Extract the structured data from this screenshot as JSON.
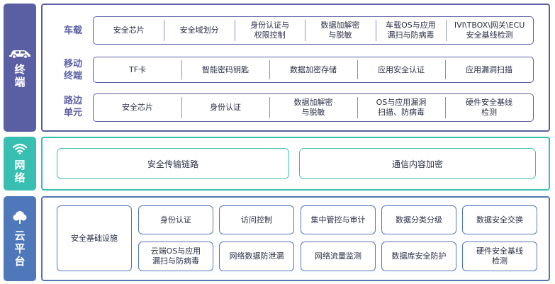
{
  "sections": {
    "terminal": {
      "label": "终端",
      "rows": [
        {
          "label": "车载",
          "items": [
            "安全芯片",
            "安全域划分",
            "身份认证与\n权限控制",
            "数据加解密\n与脱敏",
            "车载OS与应用\n漏扫与防病毒",
            "IVI\\TBOX\\网关\\ECU\n安全基线检测"
          ]
        },
        {
          "label": "移动\n终端",
          "items": [
            "TF卡",
            "智能密码钥匙",
            "数据加密存储",
            "应用安全认证",
            "应用漏洞扫描"
          ]
        },
        {
          "label": "路边\n单元",
          "items": [
            "安全芯片",
            "身份认证",
            "数据加解密\n与脱敏",
            "OS与应用漏洞\n扫描、防病毒",
            "硬件安全基线\n检测"
          ]
        }
      ]
    },
    "network": {
      "label": "网络",
      "items": [
        "安全传输链路",
        "通信内容加密"
      ]
    },
    "cloud": {
      "label": "云平台",
      "base": "安全基础设施",
      "row1": [
        "身份认证",
        "访问控制",
        "集中管控与审计",
        "数据分类分级",
        "数据安全交换"
      ],
      "row2": [
        "云端OS与应用\n漏扫与防病毒",
        "网络数据防泄漏",
        "网络流量监测",
        "数据库安全防护",
        "硬件安全基线\n检测"
      ]
    }
  },
  "colors": {
    "terminal": "#5a5fa3",
    "network": "#39bfb1",
    "cloud": "#4f78ba"
  },
  "icons": {
    "terminal": "car-icon",
    "network": "wifi-icon",
    "cloud": "cloud-icon"
  }
}
